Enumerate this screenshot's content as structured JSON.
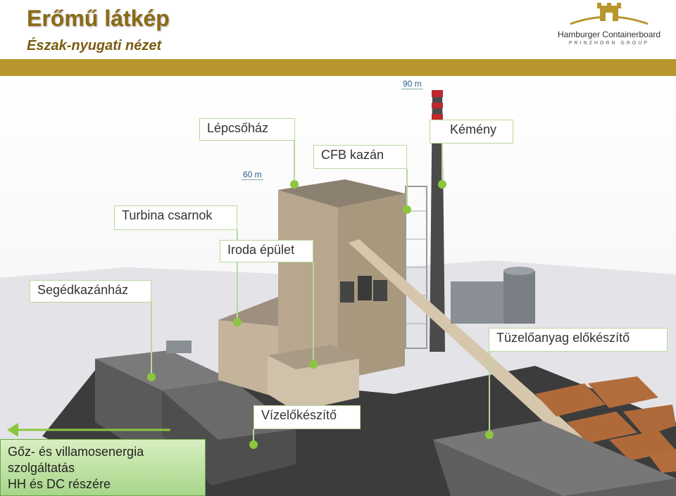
{
  "header": {
    "title": "Erőmű látkép",
    "subtitle": "Észak-nyugati nézet"
  },
  "logo": {
    "name": "Hamburger Containerboard",
    "group": "PRINZHORN GROUP"
  },
  "heights": {
    "h90": "90 m",
    "h60": "60 m"
  },
  "labels": {
    "lepcsohaz": "Lépcsőház",
    "kemeny": "Kémény",
    "cfb": "CFB kazán",
    "turbina": "Turbina csarnok",
    "iroda": "Iroda épület",
    "segedkazan": "Segédkazánház",
    "tuzeloanyag": "Tüzelőanyag előkészítő",
    "vizelo": "Vízelőkészítő"
  },
  "service": {
    "line1": "Gőz- és villamosenergia",
    "line2": "szolgáltatás",
    "line3": "HH és DC részére"
  },
  "colors": {
    "title": "#8a6a14",
    "band": "#b8962e",
    "callout_border": "#b8d79a",
    "marker": "#8cc63f",
    "service_box": "#a8d68a"
  }
}
